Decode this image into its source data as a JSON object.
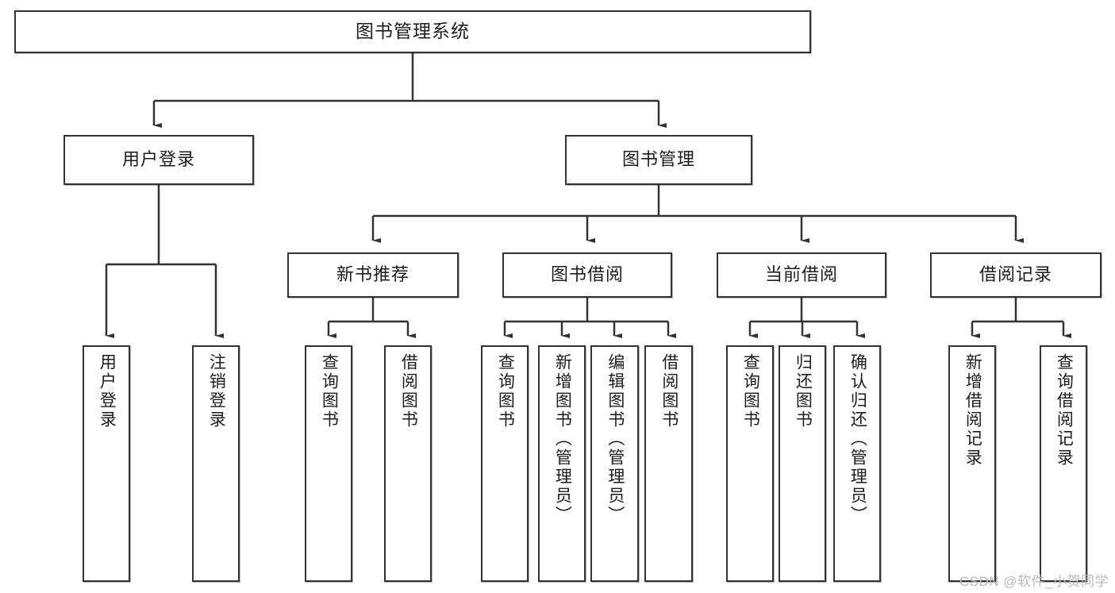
{
  "diagram": {
    "title": "图书管理系统",
    "watermark": "CSDN @软件_小贺同学",
    "colors": {
      "background": "#ffffff",
      "node_border": "#333333",
      "node_fill": "#ffffff",
      "edge": "#333333",
      "text": "#1d1d1d",
      "watermark": "#b9b9b9"
    },
    "root": {
      "label": "图书管理系统"
    },
    "level1": [
      {
        "label": "用户登录"
      },
      {
        "label": "图书管理"
      }
    ],
    "level2": [
      {
        "label": "新书推荐"
      },
      {
        "label": "图书借阅"
      },
      {
        "label": "当前借阅"
      },
      {
        "label": "借阅记录"
      }
    ],
    "leaves": {
      "user_login": [
        {
          "label": "用户登录"
        },
        {
          "label": "注销登录"
        }
      ],
      "new_book_recommend": [
        {
          "label": "查询图书"
        },
        {
          "label": "借阅图书"
        }
      ],
      "book_borrow": [
        {
          "label": "查询图书"
        },
        {
          "label": "新增图书（管理员）"
        },
        {
          "label": "编辑图书（管理员）"
        },
        {
          "label": "借阅图书"
        }
      ],
      "current_borrow": [
        {
          "label": "查询图书"
        },
        {
          "label": "归还图书"
        },
        {
          "label": "确认归还（管理员）"
        }
      ],
      "borrow_record": [
        {
          "label": "新增借阅记录"
        },
        {
          "label": "查询借阅记录"
        }
      ]
    }
  }
}
